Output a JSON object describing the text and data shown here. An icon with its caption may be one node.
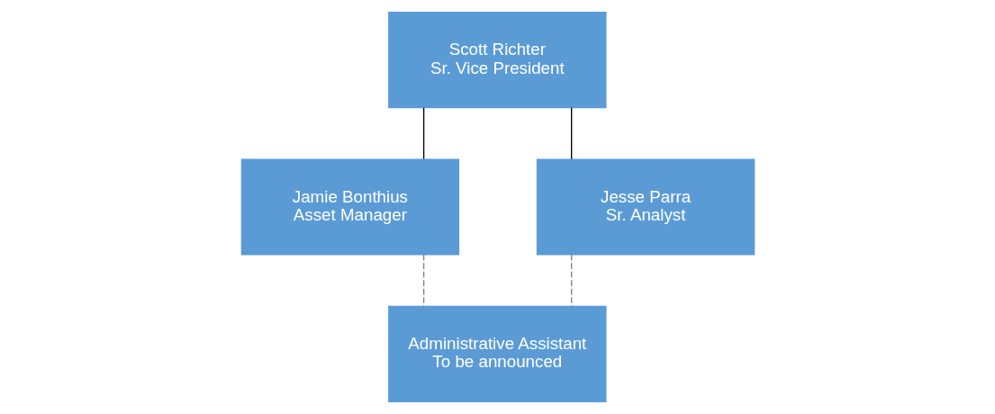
{
  "diagram": {
    "nodes": [
      {
        "text": [
          "Scott Richter",
          "Sr. Vice President"
        ]
      },
      {
        "text": [
          "Jamie Bonthius",
          "Asset Manager"
        ]
      },
      {
        "text": [
          "Jesse Parra",
          "Sr. Analyst"
        ]
      },
      {
        "text": [
          "Administrative Assistant",
          "To be announced"
        ]
      }
    ],
    "edges": [
      {
        "from": 0,
        "to": 1,
        "arrow": "none"
      },
      {
        "from": 0,
        "to": 2,
        "arrow": "none"
      },
      {
        "from": 1,
        "to": 3,
        "arrow": "none",
        "style": "dashed",
        "color": "#7f7f7f"
      },
      {
        "from": 2,
        "to": 3,
        "arrow": "none",
        "style": "dashed",
        "color": "#7f7f7f"
      }
    ]
  }
}
